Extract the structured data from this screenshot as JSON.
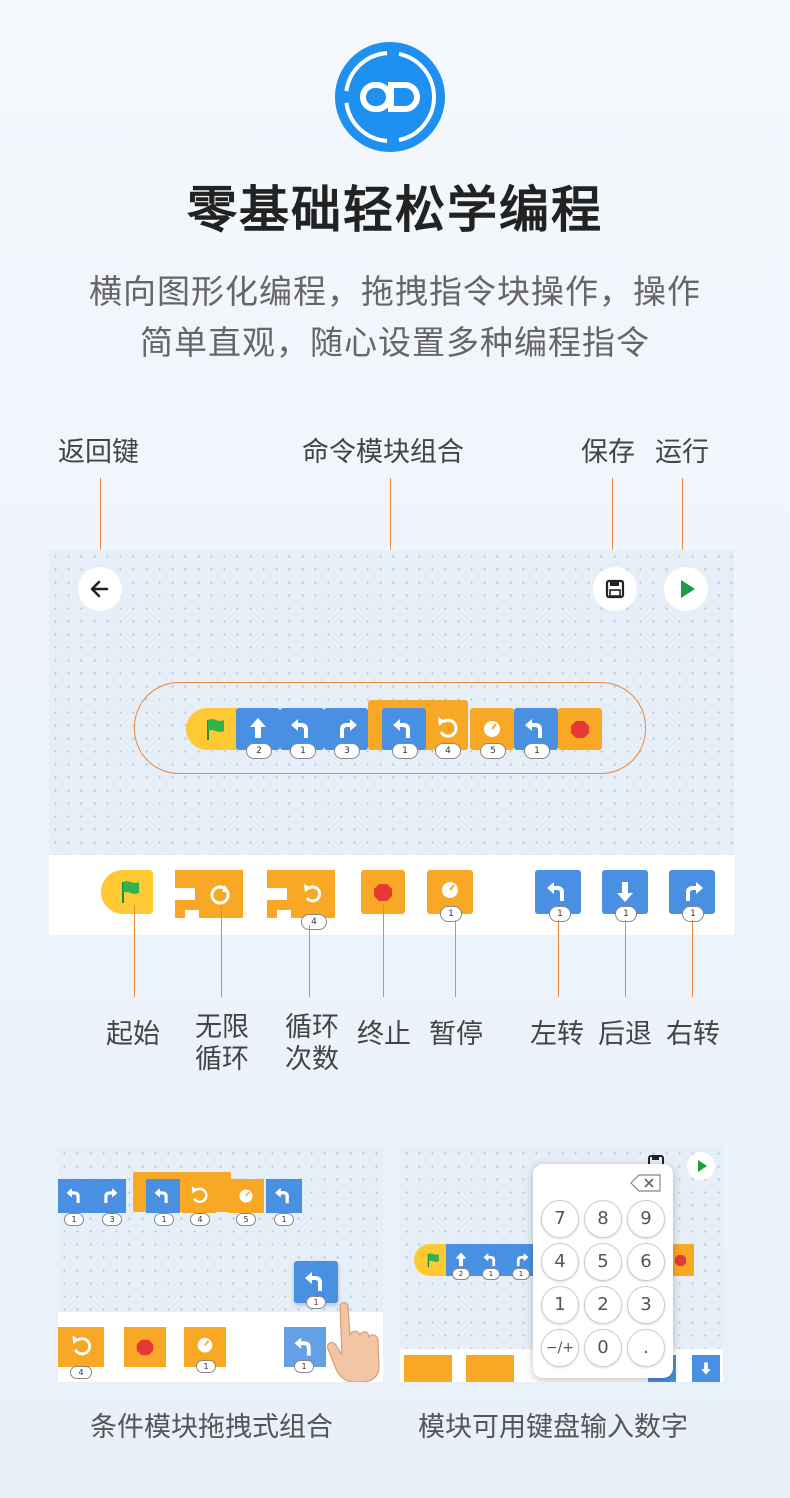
{
  "headline": "零基础轻松学编程",
  "subtitle_line1": "横向图形化编程，拖拽指令块操作，操作",
  "subtitle_line2": "简单直观，随心设置多种编程指令",
  "callouts": {
    "back": "返回键",
    "combo": "命令模块组合",
    "save": "保存",
    "run": "运行"
  },
  "tray_labels": {
    "start": "起始",
    "loop_forever_1": "无限",
    "loop_forever_2": "循环",
    "loop_count_1": "循环",
    "loop_count_2": "次数",
    "stop": "终止",
    "pause": "暂停",
    "turn_left": "左转",
    "back_up": "后退",
    "turn_right": "右转"
  },
  "program_numbers": [
    "2",
    "1",
    "3",
    "1",
    "4",
    "5",
    "1"
  ],
  "tray_numbers": {
    "loop_count": "4",
    "pause": "1",
    "turn_left": "1",
    "back_up": "1",
    "turn_right": "1"
  },
  "left_shot_numbers": [
    "1",
    "3",
    "1",
    "4",
    "5",
    "1",
    "4",
    "1",
    "1",
    "1"
  ],
  "right_shot_numbers": [
    "2",
    "1",
    "1"
  ],
  "numpad": {
    "keys": [
      "7",
      "8",
      "9",
      "4",
      "5",
      "6",
      "1",
      "2",
      "3",
      "0",
      "."
    ],
    "delete_icon": "backspace-icon",
    "sign_key": "−/+"
  },
  "captions": {
    "left": "条件模块拖拽式组合",
    "right": "模块可用键盘输入数字"
  },
  "colors": {
    "block_blue": "#4a90e2",
    "block_orange": "#f9a825",
    "block_yellow": "#ffc933",
    "stop_red": "#e53935",
    "accent_line": "#e98a3c",
    "logo_blue": "#1e90f0"
  }
}
